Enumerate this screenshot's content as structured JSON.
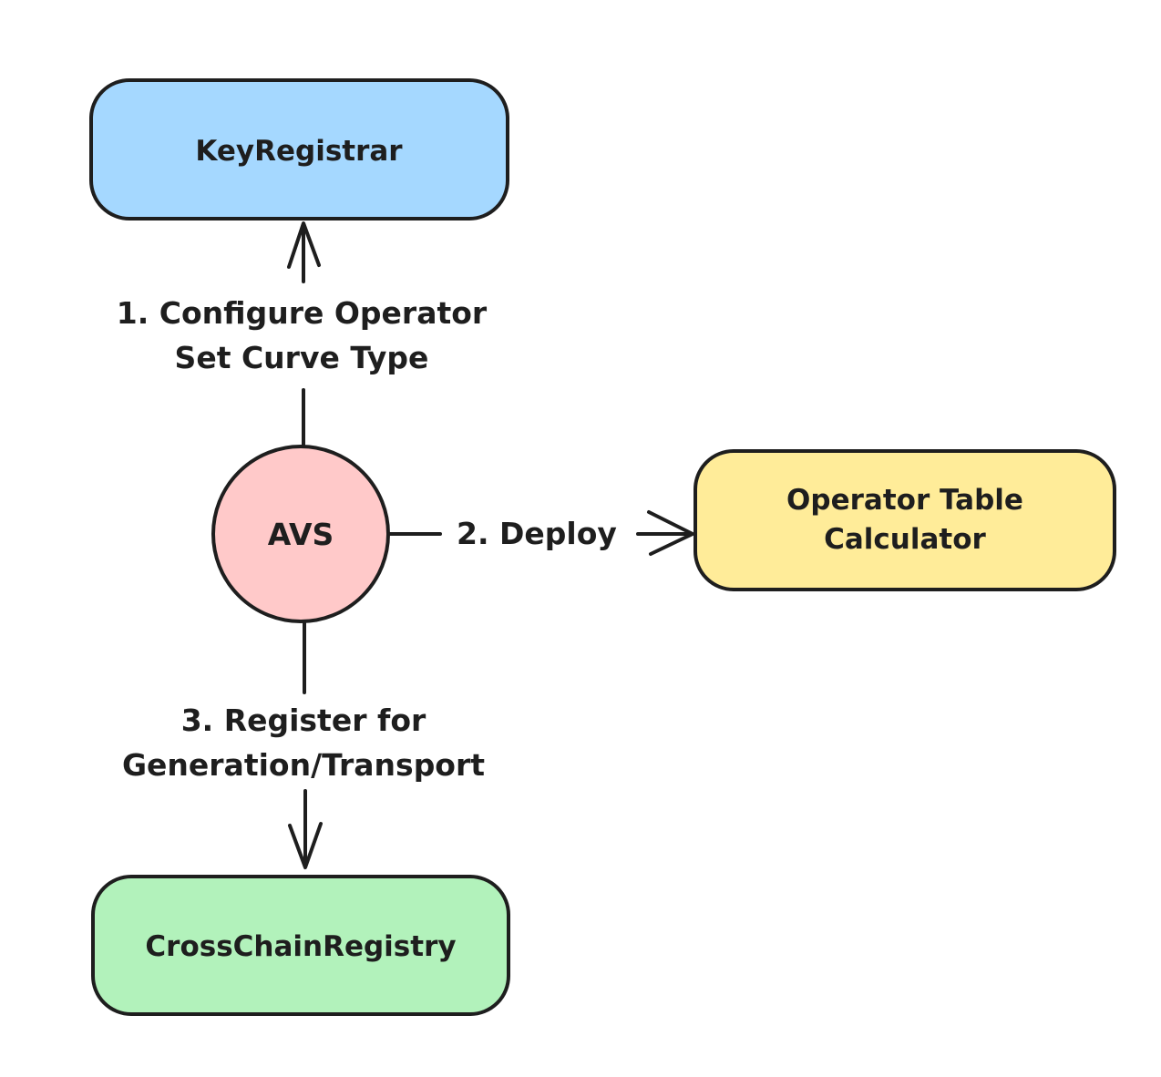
{
  "diagram": {
    "type": "flow-diagram",
    "background_color": "#ffffff",
    "stroke_color": "#1e1e1e",
    "nodes": [
      {
        "id": "key-registrar",
        "shape": "rounded-rect",
        "label": "KeyRegistrar",
        "fill": "#a5d8ff"
      },
      {
        "id": "avs",
        "shape": "circle",
        "label": "AVS",
        "fill": "#ffc9c9"
      },
      {
        "id": "operator-table-calculator",
        "shape": "rounded-rect",
        "label_line1": "Operator Table",
        "label_line2": "Calculator",
        "fill": "#ffec99"
      },
      {
        "id": "cross-chain-registry",
        "shape": "rounded-rect",
        "label": "CrossChainRegistry",
        "fill": "#b2f2bb"
      }
    ],
    "edges": [
      {
        "id": "edge-1",
        "from": "AVS",
        "to": "KeyRegistrar",
        "direction": "up",
        "label_line1": "1. Configure Operator",
        "label_line2": "Set Curve Type"
      },
      {
        "id": "edge-2",
        "from": "AVS",
        "to": "Operator Table Calculator",
        "direction": "right",
        "label": "2. Deploy"
      },
      {
        "id": "edge-3",
        "from": "AVS",
        "to": "CrossChainRegistry",
        "direction": "down",
        "label_line1": "3. Register for",
        "label_line2": "Generation/Transport"
      }
    ]
  }
}
